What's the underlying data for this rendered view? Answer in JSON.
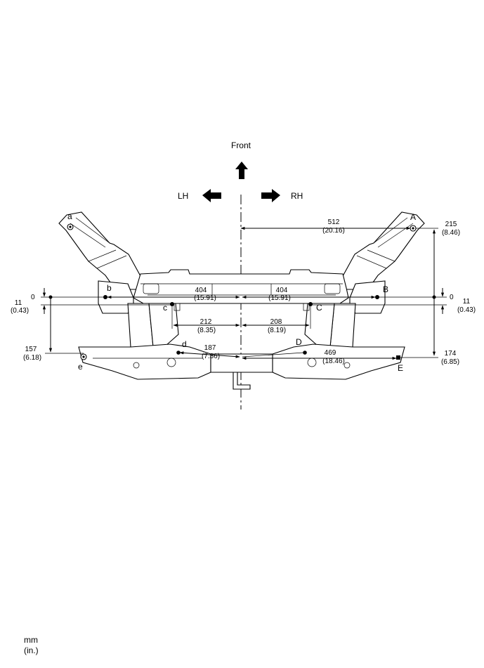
{
  "labels": {
    "front": "Front",
    "lh": "LH",
    "rh": "RH",
    "a": "a",
    "b": "b",
    "c": "c",
    "d": "d",
    "e": "e",
    "A": "A",
    "B": "B",
    "C": "C",
    "D": "D",
    "E": "E"
  },
  "dimensions": {
    "top_right_width": {
      "mm": "512",
      "in": "(20.16)"
    },
    "right_height_A": {
      "mm": "215",
      "in": "(8.46)"
    },
    "left_c_width": {
      "mm": "404",
      "in": "(15.91)"
    },
    "right_C_width": {
      "mm": "404",
      "in": "(15.91)"
    },
    "left_zero": "0",
    "right_zero": "0",
    "left_b_offset": {
      "mm": "11",
      "in": "(0.43)"
    },
    "right_B_offset": {
      "mm": "11",
      "in": "(0.43)"
    },
    "left_c_to_center": {
      "mm": "212",
      "in": "(8.35)"
    },
    "right_C_to_center": {
      "mm": "208",
      "in": "(8.19)"
    },
    "left_e_height": {
      "mm": "157",
      "in": "(6.18)"
    },
    "left_d_width": {
      "mm": "187",
      "in": "(7.36)"
    },
    "right_E_width": {
      "mm": "469",
      "in": "(18.46)"
    },
    "right_E_height": {
      "mm": "174",
      "in": "(6.85)"
    }
  },
  "units": {
    "primary": "mm",
    "secondary": "(in.)"
  }
}
